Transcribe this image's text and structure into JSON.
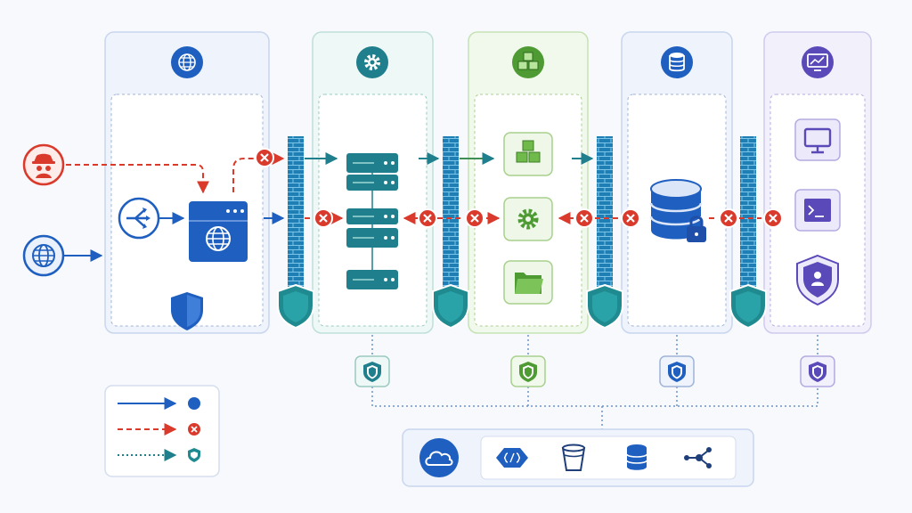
{
  "diagram": {
    "zones": [
      {
        "id": "edge",
        "icon": "globe-icon",
        "accent": "#1f5fbf",
        "tint": "#eef3fc",
        "border": "#c9d6ee"
      },
      {
        "id": "app",
        "icon": "gear-icon",
        "accent": "#1f7f8c",
        "tint": "#eef8f6",
        "border": "#bfe0d8"
      },
      {
        "id": "services",
        "icon": "cubes-icon",
        "accent": "#4e9a33",
        "tint": "#f1f8ec",
        "border": "#c6e2b5"
      },
      {
        "id": "data",
        "icon": "database-icon",
        "accent": "#1f5fbf",
        "tint": "#eef3fc",
        "border": "#c9d6ee"
      },
      {
        "id": "admin",
        "icon": "monitor-chart-icon",
        "accent": "#5a49b8",
        "tint": "#f1f0fb",
        "border": "#cfcbee"
      }
    ],
    "external_actors": [
      {
        "id": "attacker",
        "icon": "spy-icon",
        "color": "#d93a2b"
      },
      {
        "id": "internet-user",
        "icon": "globe-icon",
        "color": "#1f5fbf"
      }
    ],
    "firewalls": {
      "count": 4,
      "color": "#1f7fb5",
      "shield_color": "#1f8a8f"
    },
    "cloud_services": [
      "cloud-icon",
      "function-icon",
      "bucket-icon",
      "database-icon",
      "network-icon"
    ],
    "legend": [
      {
        "style": "solid",
        "color": "#1f5fbf",
        "meaning": "allowed-flow"
      },
      {
        "style": "dashed",
        "color": "#d93a2b",
        "meaning": "blocked-flow"
      },
      {
        "style": "dotted",
        "color": "#1f7f8c",
        "meaning": "security-monitoring"
      }
    ]
  }
}
